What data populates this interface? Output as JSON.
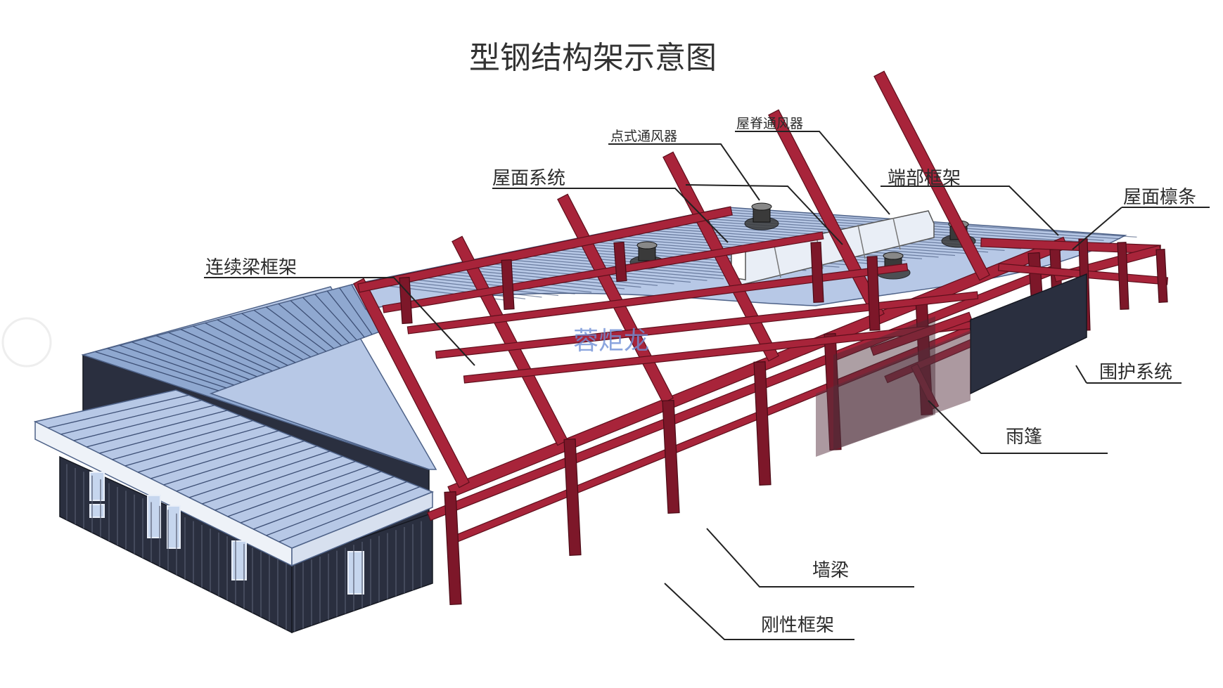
{
  "title": "型钢结构架示意图",
  "watermark": "蓉炬龙",
  "labels": {
    "roof_system": "屋面系统",
    "point_ventilator": "点式通风器",
    "ridge_ventilator": "屋脊通风器",
    "end_frame": "端部框架",
    "roof_purlin": "屋面檩条",
    "continuous_beam_frame": "连续梁框架",
    "enclosure_system": "围护系统",
    "canopy": "雨篷",
    "wall_beam": "墙梁",
    "rigid_frame": "刚性框架"
  },
  "colors": {
    "steel": "#a8243a",
    "roof": "#8fa8d0",
    "wall": "#2a2f3f"
  }
}
